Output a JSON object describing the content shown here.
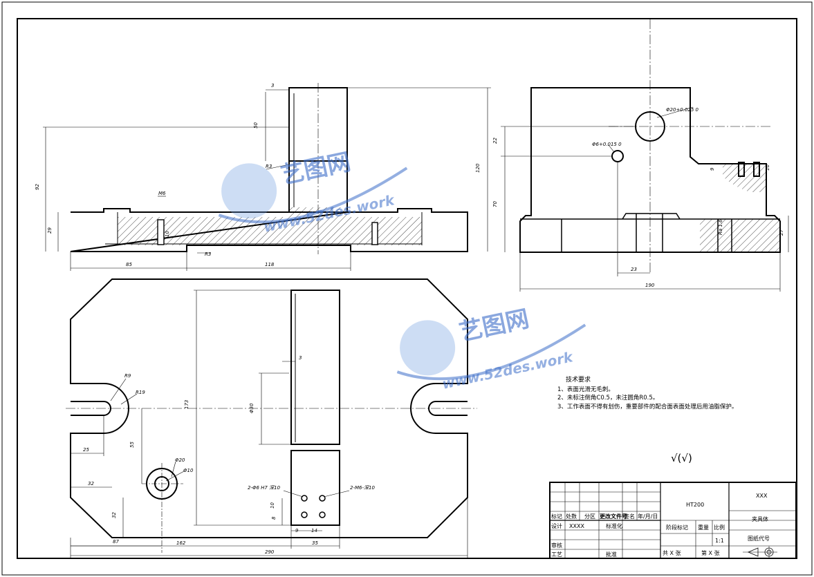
{
  "dimensions": {
    "front": {
      "d3": "3",
      "d50": "50",
      "r3_top": "R3",
      "d92": "92",
      "d120": "120",
      "m6": "M6",
      "d29": "29",
      "d10": "10",
      "r3_bottom": "R3",
      "d85": "85",
      "d118": "118"
    },
    "side": {
      "phi20_tol": "Φ20+0.025 0",
      "phi6_tol": "Φ6+0.015 0",
      "d22": "22",
      "d70": "70",
      "d9": "9",
      "d10": "10",
      "d27": "27",
      "d23": "23",
      "d190": "190",
      "ra": "Ra 1.6"
    },
    "plan": {
      "d3": "3",
      "r9": "R9",
      "r19": "R19",
      "d173": "173",
      "phi30": "Φ30",
      "d25": "25",
      "d55": "55",
      "phi20": "Φ20",
      "phi10": "Φ10",
      "d32a": "32",
      "d32b": "32",
      "note_pin": "2-Φ6 H7 深10",
      "note_thread": "2-M6-深10",
      "d10": "10",
      "d8": "8",
      "d9": "9",
      "d14": "14",
      "d87": "87",
      "d162": "162",
      "d35": "35",
      "d290": "290"
    }
  },
  "tech_req": {
    "title": "技术要求",
    "items": [
      "1、表面光滑无毛刺。",
      "2、未标注倒角C0.5，未注圆角R0.5。",
      "3、工作表面不得有划伤，重要部件的配合面表面处理后用油脂保护。"
    ]
  },
  "roughness": {
    "symbol": "√(√)"
  },
  "watermark": {
    "brand": "艺图网",
    "url": "www.52des.work"
  },
  "title_block": {
    "material": "HT200",
    "company": "XXX",
    "part_name": "夹具体",
    "drawing_no": "图纸代号",
    "scale_label": "比例",
    "scale_value": "1:1",
    "weight_label": "重量",
    "stage_label": "阶段标记",
    "sheet_total": "共 X 张",
    "sheet_no": "第 X 张",
    "headers": [
      "标记",
      "处数",
      "分区",
      "更改文件号",
      "签名",
      "年/月/日"
    ],
    "design_label": "设计",
    "designer": "XXXX",
    "standardize_label": "标准化",
    "check_label": "审核",
    "process_label": "工艺",
    "approve_label": "批准"
  }
}
